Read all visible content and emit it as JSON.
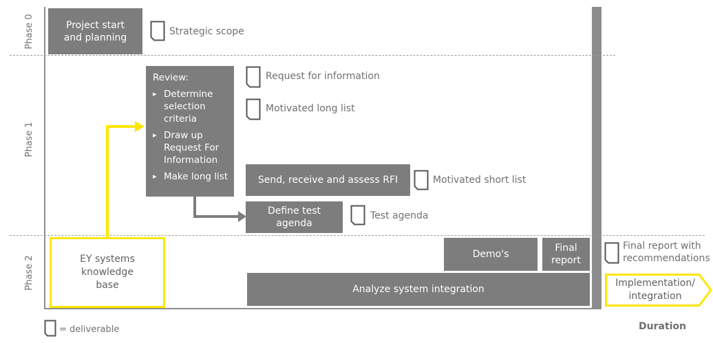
{
  "phases": [
    "Phase 0",
    "Phase 1",
    "Phase 2"
  ],
  "boxes": {
    "project_start": "Project start and planning",
    "review_title": "Review:",
    "review_items": [
      "Determine selection criteria",
      "Draw up Request For Information",
      "Make long list"
    ],
    "send_rfi": "Send, receive and assess RFI",
    "define_test": "Define test agenda",
    "demos": "Demo's",
    "final_report": "Final report",
    "analyze": "Analyze system integration",
    "ey_kb": "EY systems knowledge base",
    "implementation": "Implementation/ integration"
  },
  "deliverables": {
    "strategic_scope": "Strategic scope",
    "rfi": "Request for information",
    "long_list": "Motivated long list",
    "short_list": "Motivated short list",
    "test_agenda": "Test agenda",
    "final_report_rec": "Final report with recommendations"
  },
  "legend": {
    "deliverable": "= deliverable"
  },
  "axis": {
    "duration": "Duration"
  },
  "colors": {
    "box_gray": "#7d7d7d",
    "accent_yellow": "#ffe600",
    "text_gray": "#707070"
  }
}
